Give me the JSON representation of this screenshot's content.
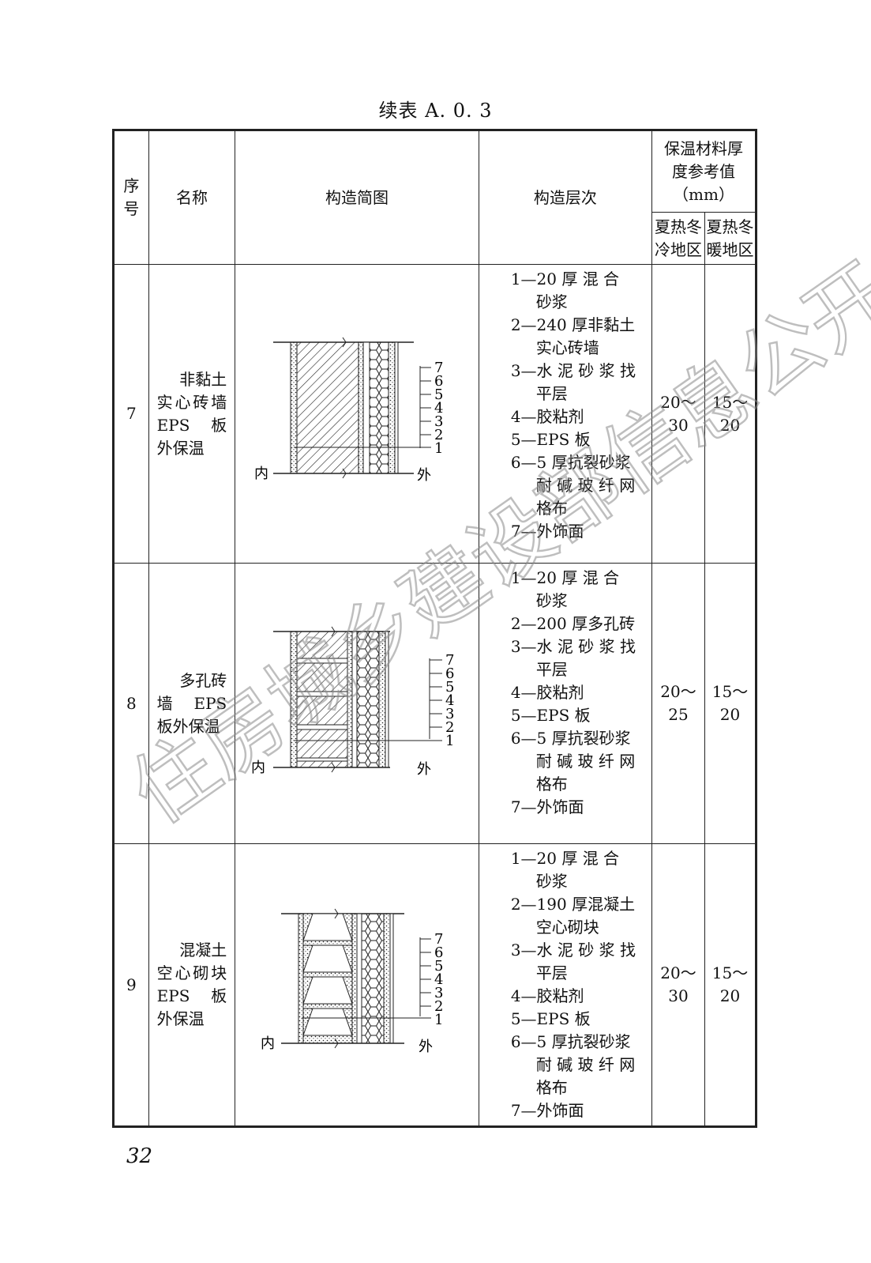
{
  "caption": "续表 A. 0. 3",
  "header": {
    "seq": [
      "序",
      "号"
    ],
    "name": "名称",
    "diagram": "构造简图",
    "layers": "构造层次",
    "thickness": [
      "保温材料厚",
      "度参考值",
      "（mm）"
    ],
    "region_hscw": [
      "夏热冬",
      "冷地区"
    ],
    "region_hswc": [
      "夏热冬",
      "暖地区"
    ]
  },
  "rows": [
    {
      "seq": "7",
      "name": [
        "非黏土",
        "实心砖墙",
        "EPS 板",
        "外保温"
      ],
      "layers": [
        [
          "1—20 厚 混 合",
          "砂浆"
        ],
        [
          "2—240 厚非黏土",
          "实心砖墙"
        ],
        [
          "3—水 泥 砂 浆 找",
          "平层"
        ],
        [
          "4—胶粘剂"
        ],
        [
          "5—EPS 板"
        ],
        [
          "6—5 厚抗裂砂浆",
          "耐 碱 玻 纤 网",
          "格布"
        ],
        [
          "7—外饰面"
        ]
      ],
      "hscw": [
        "20～",
        "30"
      ],
      "hswc": [
        "15～",
        "20"
      ]
    },
    {
      "seq": "8",
      "name": [
        "多孔砖",
        "墙 EPS",
        "板外保温"
      ],
      "layers": [
        [
          "1—20 厚 混 合",
          "砂浆"
        ],
        [
          "2—200 厚多孔砖"
        ],
        [
          "3—水 泥 砂 浆 找",
          "平层"
        ],
        [
          "4—胶粘剂"
        ],
        [
          "5—EPS 板"
        ],
        [
          "6—5 厚抗裂砂浆",
          "耐 碱 玻 纤 网",
          "格布"
        ],
        [
          "7—外饰面"
        ]
      ],
      "hscw": [
        "20～",
        "25"
      ],
      "hswc": [
        "15～",
        "20"
      ]
    },
    {
      "seq": "9",
      "name": [
        "混凝土",
        "空心砌块",
        "EPS 板",
        "外保温"
      ],
      "layers": [
        [
          "1—20 厚 混 合",
          "砂浆"
        ],
        [
          "2—190 厚混凝土",
          "空心砌块"
        ],
        [
          "3—水 泥 砂 浆 找",
          "平层"
        ],
        [
          "4—胶粘剂"
        ],
        [
          "5—EPS 板"
        ],
        [
          "6—5 厚抗裂砂浆",
          "耐 碱 玻 纤 网",
          "格布"
        ],
        [
          "7—外饰面"
        ]
      ],
      "hscw": [
        "20～",
        "30"
      ],
      "hswc": [
        "15～",
        "20"
      ]
    }
  ],
  "diagram_labels": {
    "inside": "内",
    "outside": "外",
    "numbers": [
      "7",
      "6",
      "5",
      "4",
      "3",
      "2",
      "1"
    ]
  },
  "watermark": "住房城乡建设部信息公开 浏览专用",
  "page_number": "32"
}
